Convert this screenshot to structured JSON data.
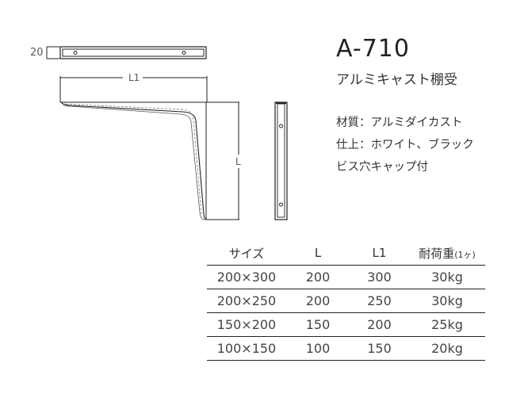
{
  "product": {
    "model": "A-710",
    "name": "アルミキャスト棚受",
    "specs": [
      "材質：アルミダイカスト",
      "仕上：ホワイト、ブラック",
      "ビス穴キャップ付"
    ]
  },
  "drawing": {
    "width_dim_label": "20",
    "l1_dim_label": "L1",
    "l_dim_label": "L"
  },
  "table": {
    "headers": [
      "サイズ",
      "L",
      "L1",
      "耐荷重"
    ],
    "header_suffix": "(1ヶ)",
    "rows": [
      {
        "size": "200×300",
        "L": "200",
        "L1": "300",
        "load": "30kg"
      },
      {
        "size": "200×250",
        "L": "200",
        "L1": "250",
        "load": "30kg"
      },
      {
        "size": "150×200",
        "L": "150",
        "L1": "200",
        "load": "25kg"
      },
      {
        "size": "100×150",
        "L": "100",
        "L1": "150",
        "load": "20kg"
      }
    ]
  }
}
